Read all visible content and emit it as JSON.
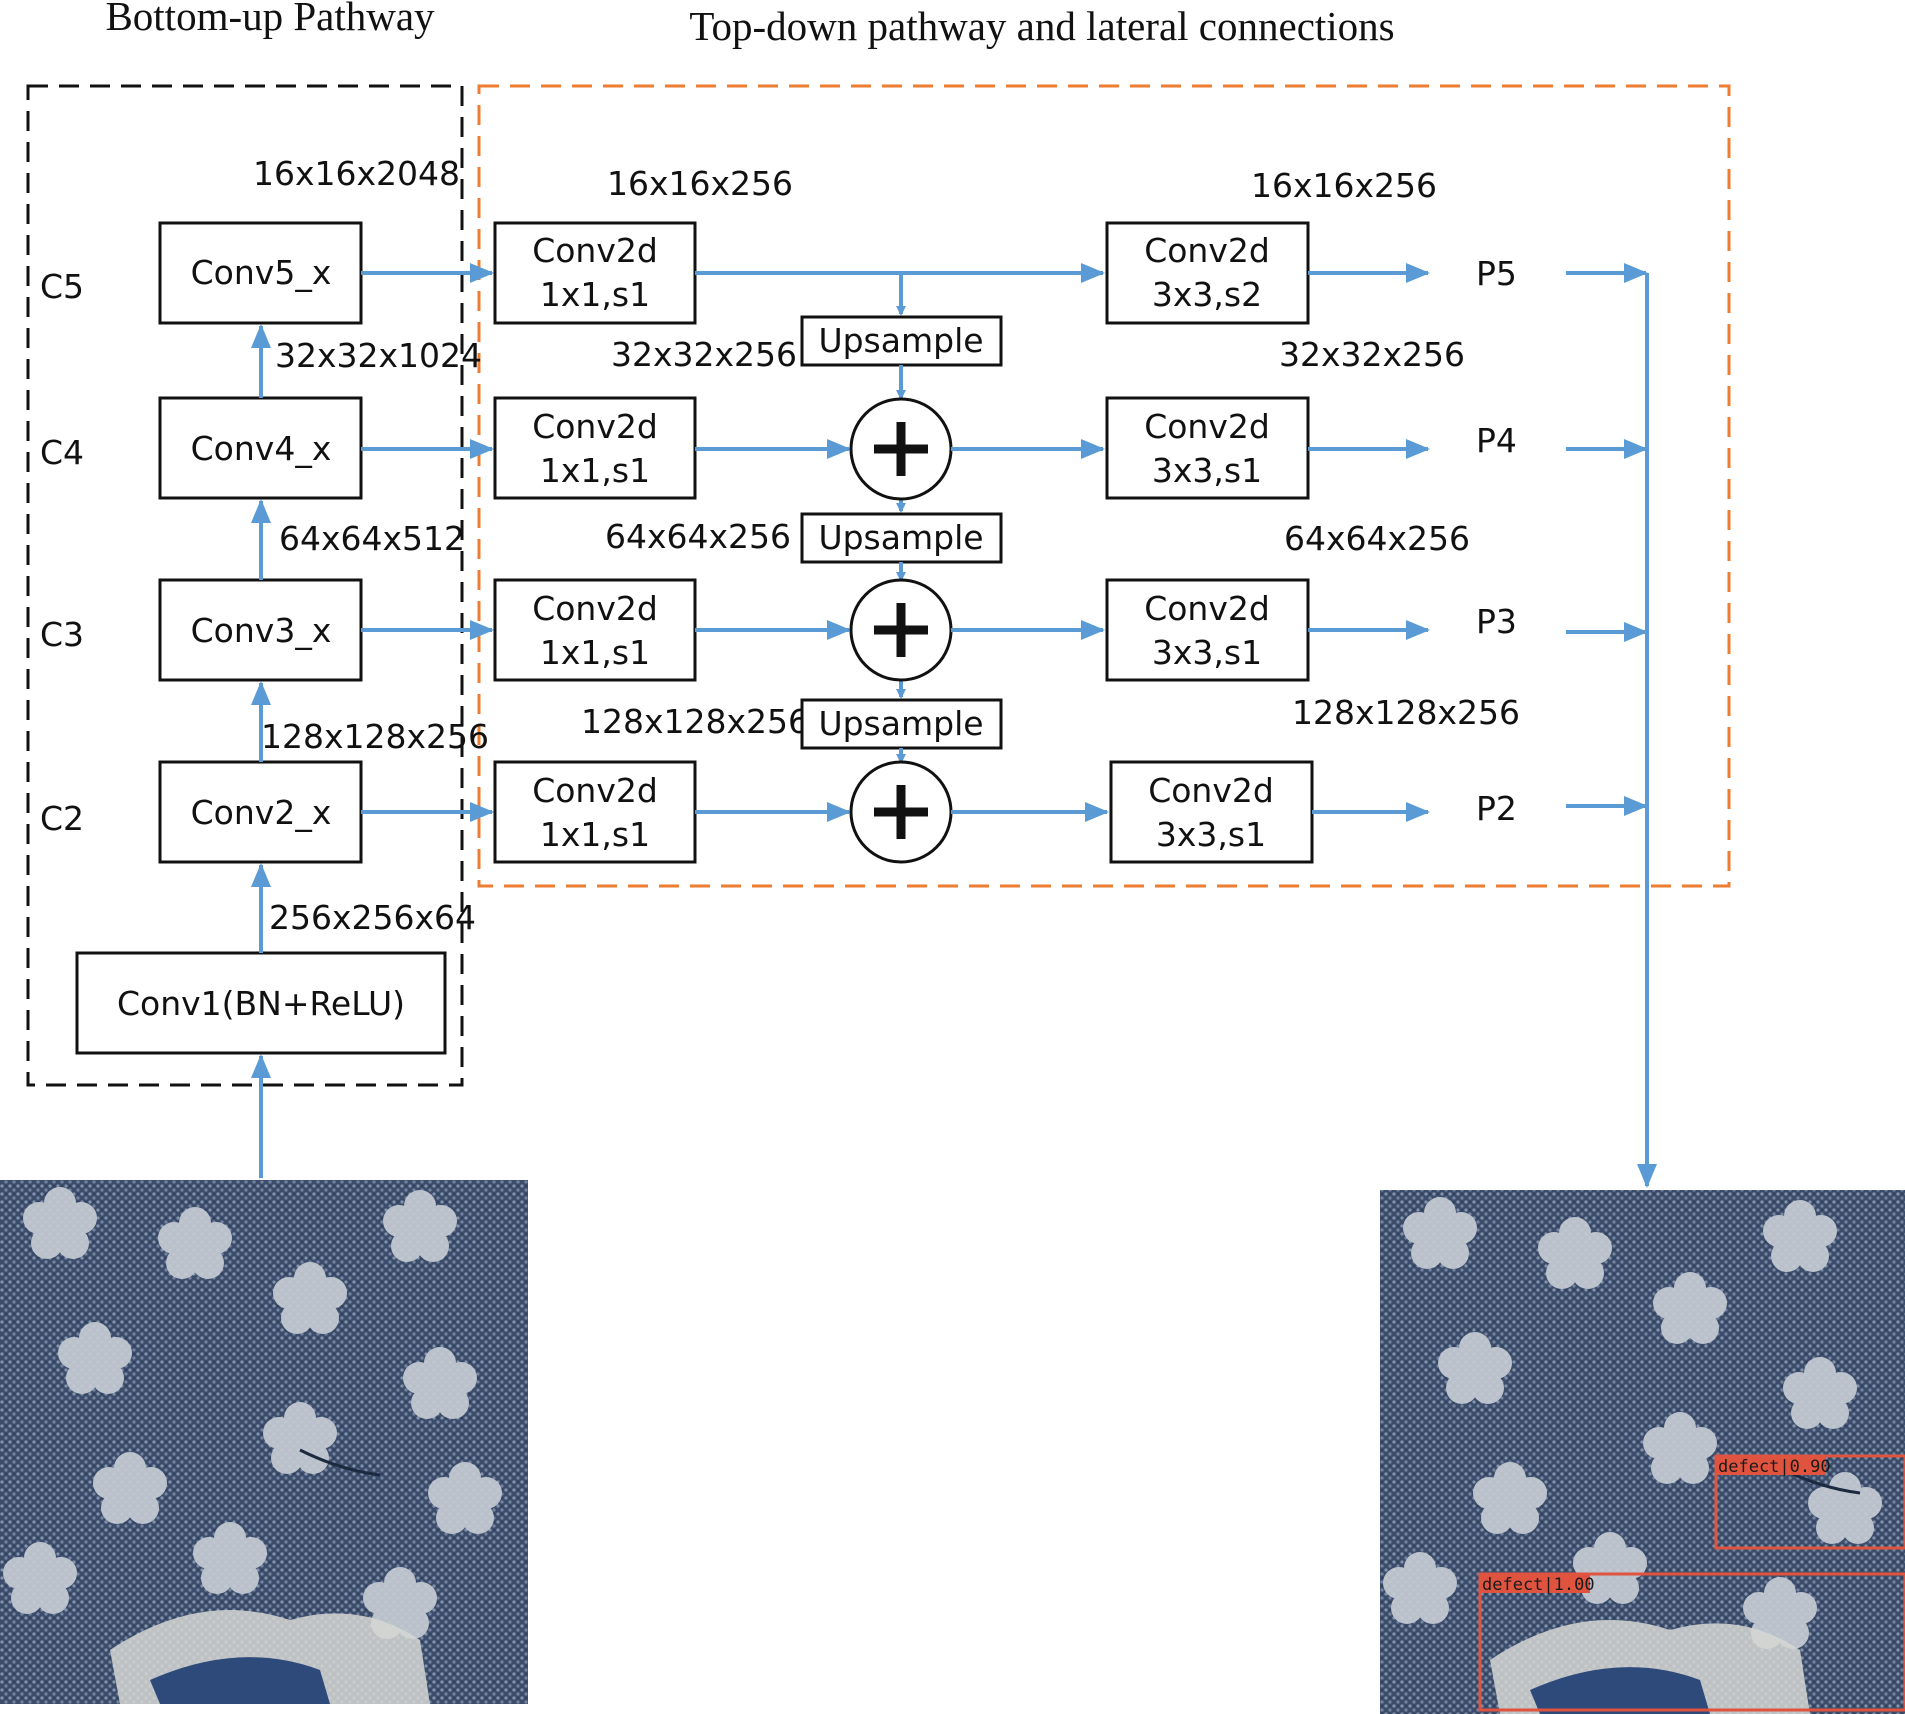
{
  "titles": {
    "bottom_up": "Bottom-up Pathway",
    "top_down": "Top-down pathway and lateral connections"
  },
  "colors": {
    "arrow": "#5a9bd5",
    "bottom_up_border": "#111111",
    "top_down_border": "#ed7d31",
    "detection_box": "#e0533f",
    "fabric_base": "#3b4d6b"
  },
  "stages": {
    "c5": "C5",
    "c4": "C4",
    "c3": "C3",
    "c2": "C2",
    "p5": "P5",
    "p4": "P4",
    "p3": "P3",
    "p2": "P2"
  },
  "backbone": {
    "conv5": "Conv5_x",
    "conv4": "Conv4_x",
    "conv3": "Conv3_x",
    "conv2": "Conv2_x",
    "conv1": "Conv1(BN+ReLU)"
  },
  "lateral": {
    "name": "Conv2d",
    "param": "1x1,s1",
    "param_p5": "1x1,s1"
  },
  "smooth": {
    "name": "Conv2d",
    "p5_param": "3x3,s2",
    "param": "3x3,s1"
  },
  "upsample": "Upsample",
  "dims": {
    "c5_out": "16x16x2048",
    "c4_out": "32x32x1024",
    "c3_out": "64x64x512",
    "c2_out": "128x128x256",
    "c1_out": "256x256x64",
    "lat5": "16x16x256",
    "lat4": "32x32x256",
    "lat3": "64x64x256",
    "lat2": "128x128x256",
    "p5": "16x16x256",
    "p4": "32x32x256",
    "p3": "64x64x256",
    "p2": "128x128x256"
  },
  "detections": [
    {
      "label": "defect|0.90"
    },
    {
      "label": "defect|1.00"
    }
  ]
}
